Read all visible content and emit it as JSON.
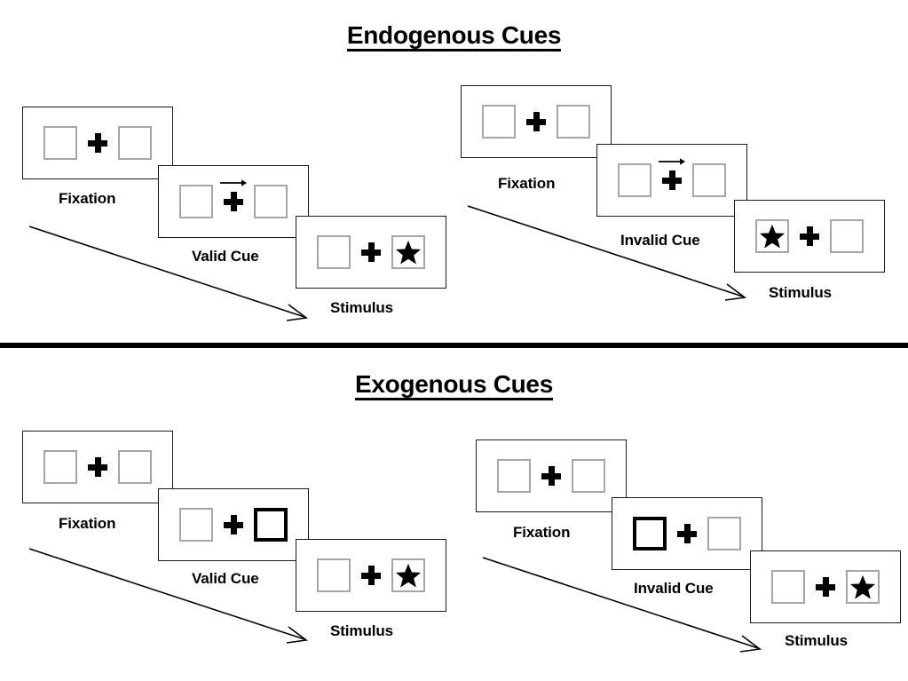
{
  "sections": [
    {
      "id": "endogenous",
      "title": "Endogenous Cues",
      "panels": [
        {
          "id": "endogenous-valid",
          "cue_label": "Valid Cue",
          "frames": [
            {
              "caption": "Fixation",
              "cue_type": "none",
              "left_box": "empty",
              "right_box": "empty"
            },
            {
              "caption": "Valid Cue",
              "cue_type": "arrow-right",
              "left_box": "empty",
              "right_box": "empty"
            },
            {
              "caption": "Stimulus",
              "cue_type": "none",
              "left_box": "empty",
              "right_box": "star"
            }
          ]
        },
        {
          "id": "endogenous-invalid",
          "cue_label": "Invalid Cue",
          "frames": [
            {
              "caption": "Fixation",
              "cue_type": "none",
              "left_box": "empty",
              "right_box": "empty"
            },
            {
              "caption": "Invalid Cue",
              "cue_type": "arrow-right",
              "left_box": "empty",
              "right_box": "empty"
            },
            {
              "caption": "Stimulus",
              "cue_type": "none",
              "left_box": "star",
              "right_box": "empty"
            }
          ]
        }
      ]
    },
    {
      "id": "exogenous",
      "title": "Exogenous Cues",
      "panels": [
        {
          "id": "exogenous-valid",
          "cue_label": "Valid Cue",
          "frames": [
            {
              "caption": "Fixation",
              "cue_type": "none",
              "left_box": "empty",
              "right_box": "empty"
            },
            {
              "caption": "Valid Cue",
              "cue_type": "box-highlight-right",
              "left_box": "empty",
              "right_box": "highlight"
            },
            {
              "caption": "Stimulus",
              "cue_type": "none",
              "left_box": "empty",
              "right_box": "star"
            }
          ]
        },
        {
          "id": "exogenous-invalid",
          "cue_label": "Invalid Cue",
          "frames": [
            {
              "caption": "Fixation",
              "cue_type": "none",
              "left_box": "empty",
              "right_box": "empty"
            },
            {
              "caption": "Invalid Cue",
              "cue_type": "box-highlight-left",
              "left_box": "highlight",
              "right_box": "empty"
            },
            {
              "caption": "Stimulus",
              "cue_type": "none",
              "left_box": "empty",
              "right_box": "star"
            }
          ]
        }
      ]
    }
  ],
  "icons": {
    "fixation_cross": "plus-icon",
    "cue_arrow": "arrow-right-icon",
    "target": "star-icon",
    "sequence_arrow": "sequence-arrow-icon"
  },
  "colors": {
    "background": "#ffffff",
    "foreground": "#000000",
    "frame_border": "#1a1a1a",
    "box_border": "#a6a6a6",
    "highlight_border": "#000000"
  }
}
